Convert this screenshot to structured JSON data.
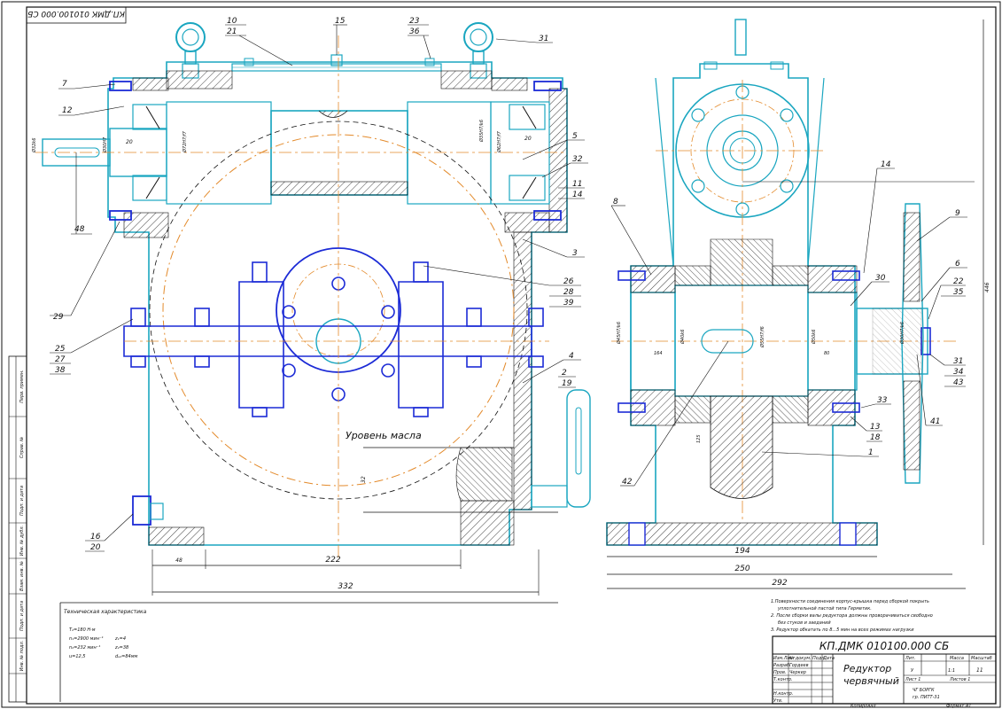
{
  "drawing": {
    "code_top": "КП.ДМК 010100.000 СБ",
    "code_stamp": "КП.ДМК 010100.000 СБ",
    "title_line1": "Редуктор",
    "title_line2": "червячный",
    "lit": "У",
    "mass": "11",
    "scale": "1:1",
    "sheet_label": "Лист 1",
    "sheets_label": "Листов 1",
    "org_line1": "ЧГ БОРГК",
    "org_line2": "гр. ПИТТ-31",
    "stamp_headers": [
      "Лит.",
      "Масса",
      "Масштаб"
    ],
    "stamp_rows": [
      "Изм.Лист",
      "№ докум.",
      "Подп.",
      "Дата"
    ],
    "stamp_roles": [
      "Разраб.",
      "Пров.",
      "Т.контр.",
      "Н.контр.",
      "Утв."
    ],
    "stamp_names": [
      "Гордеев",
      "Черкер"
    ],
    "copied": "Копировал",
    "format": "Формат А1"
  },
  "technical": {
    "heading": "Техническая характеристика",
    "lines": [
      "T₂=180 Н·м",
      "n₁=2900 мин⁻¹",
      "n₂=232 мин⁻¹",
      "u=12,5",
      "z₁=4",
      "z₂=38",
      "dₐ₂=84мм"
    ]
  },
  "notes": [
    "1.Поверхности соединения корпус-крышка перед сборкой покрыть",
    "уплотнительной пастой типа Герметик.",
    "2. После сборки валы редуктора должны проворачиваться свободно",
    "без стуков и заеданий",
    "3. Редуктор обкатать по 8...5 мин на всех режимах нагрузки"
  ],
  "oil_label": "Уровень масла",
  "callouts_left": [
    "7",
    "12",
    "48",
    "29",
    "25",
    "27",
    "38",
    "16",
    "20"
  ],
  "callouts_top": [
    "10",
    "21",
    "15",
    "23",
    "36",
    "31"
  ],
  "callouts_mid": [
    "5",
    "32",
    "11",
    "14",
    "3",
    "26",
    "28",
    "39",
    "4",
    "2",
    "19"
  ],
  "callouts_right": [
    "14",
    "9",
    "8",
    "6",
    "22",
    "35",
    "30",
    "31",
    "34",
    "43",
    "33",
    "13",
    "18",
    "41",
    "42",
    "1"
  ],
  "dimensions": {
    "d1": "48",
    "d2": "222",
    "d3": "332",
    "d4": "250",
    "d5": "194",
    "d6": "292",
    "d7": "446",
    "d8": "20",
    "d9": "20",
    "d10": "Ø32k6",
    "d11": "Ø30H7",
    "d12": "Ø72H7/f7",
    "d13": "Ø35H7/k6",
    "d14": "Ø45H7/k6",
    "d15": "Ø55H7/f6",
    "d16": "Ø62H7/f7",
    "d17": "Ø40k6",
    "d18": "Ø50k6",
    "d19": "Ø30H7/k6",
    "d20": "125",
    "d21": "164",
    "d22": "80",
    "d23": "32"
  },
  "side_stamp": [
    "Перв. примен.",
    "Справ. №",
    "Подп. и дата",
    "Инв. № дубл.",
    "Взам. инв. №",
    "Подп. и дата",
    "Инв. № подл."
  ],
  "colors": {
    "cyan": "#1aa6c0",
    "blue": "#1c2bd6",
    "orange": "#e38a2b",
    "black": "#111111"
  }
}
